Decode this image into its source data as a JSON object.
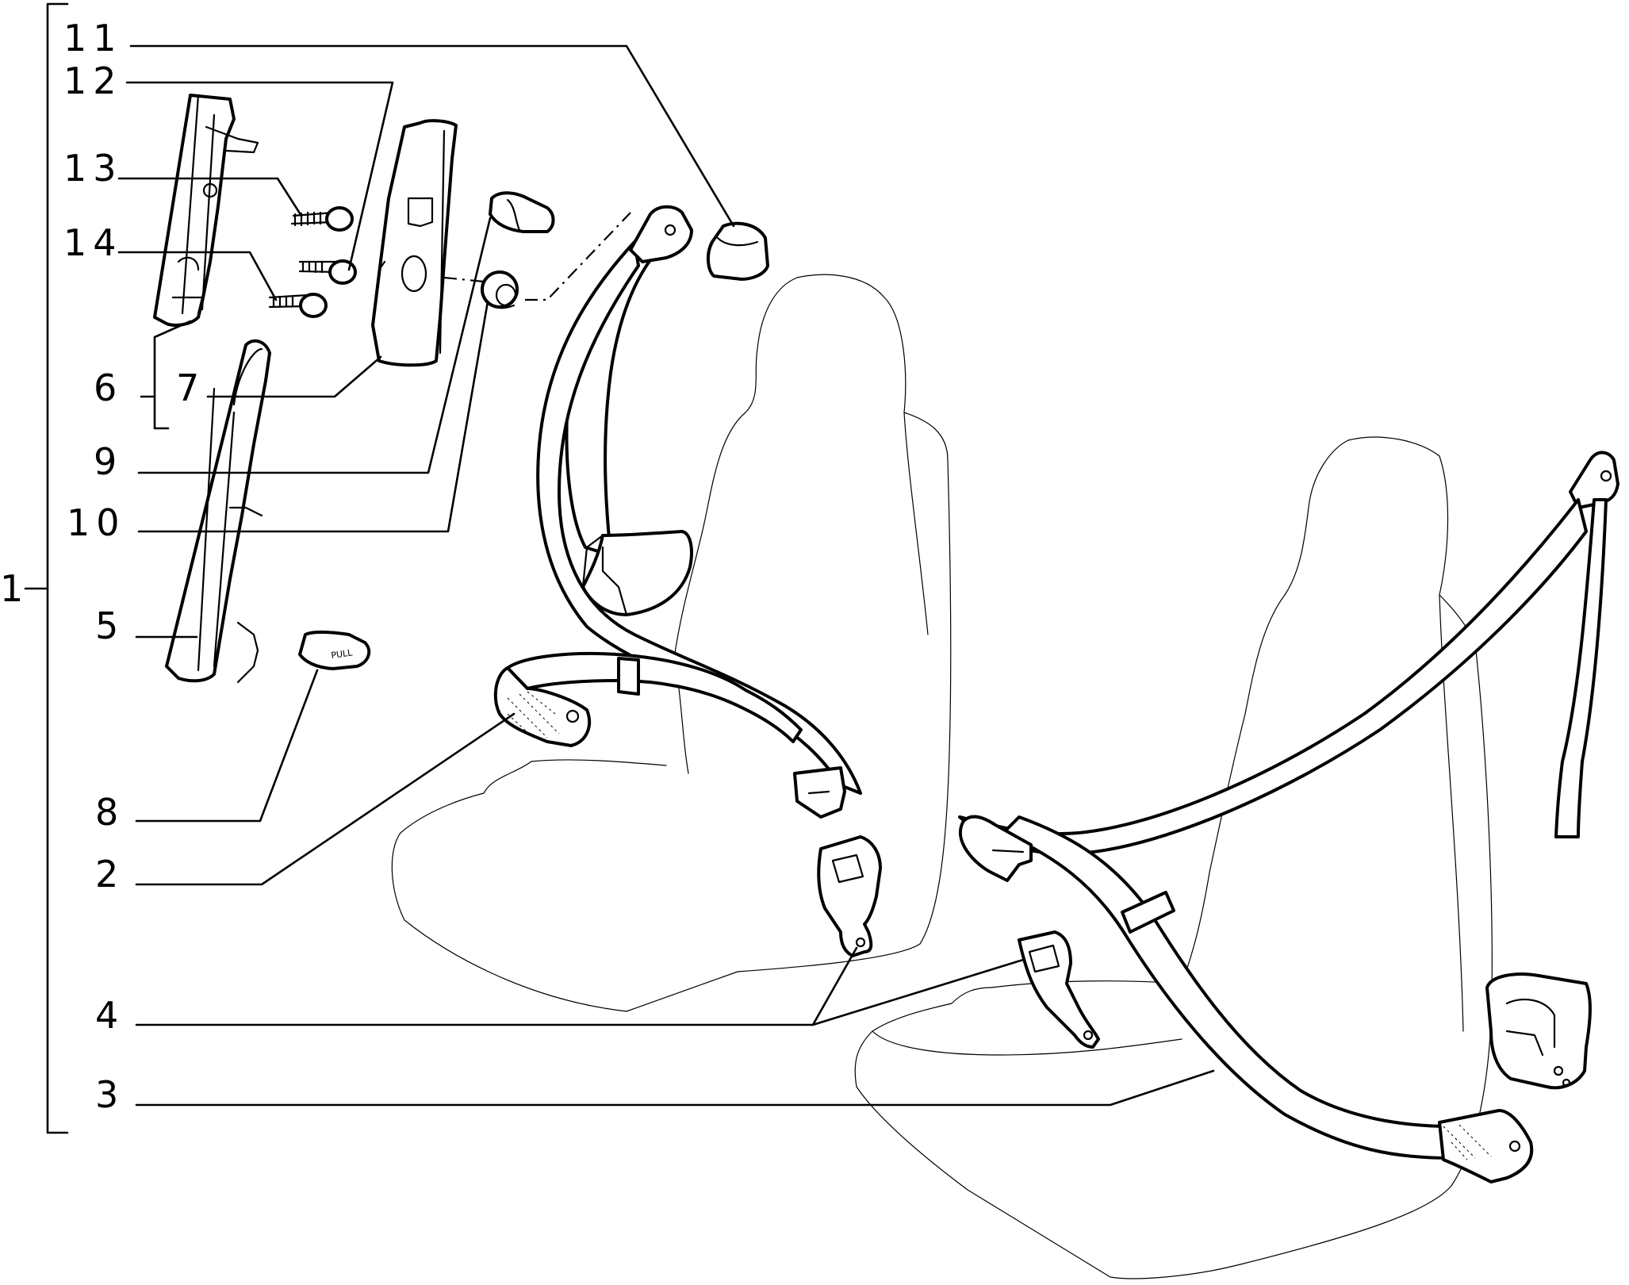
{
  "callouts": {
    "c1": "1",
    "c2": "2",
    "c3": "3",
    "c4": "4",
    "c5": "5",
    "c6": "6",
    "c7": "7",
    "c8": "8",
    "c9": "9",
    "c10": "10",
    "c11": "11",
    "c12": "12",
    "c13": "13",
    "c14": "14"
  },
  "belt_guide_text": "PULL"
}
